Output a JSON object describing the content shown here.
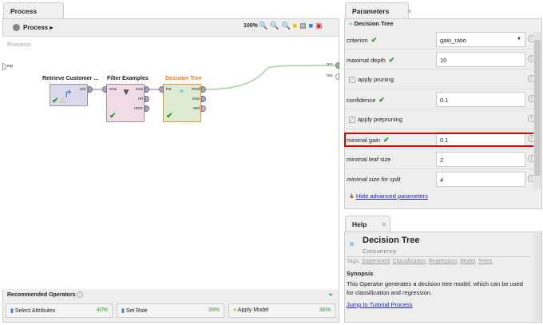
{
  "process_panel": {
    "tab": "Process",
    "breadcrumb": "Process",
    "zoom": "100%",
    "canvas_label": "Process",
    "input_port": "inp",
    "result_ports": [
      "res",
      "res"
    ],
    "operators": [
      {
        "name": "Retrieve Customer ...",
        "ports_out": [
          "out"
        ]
      },
      {
        "name": "Filter Examples",
        "ports_in": [
          "exa"
        ],
        "ports_out": [
          "exa",
          "ori",
          "unm"
        ]
      },
      {
        "name": "Decision Tree",
        "ports_in": [
          "tra"
        ],
        "ports_out": [
          "mod",
          "exa",
          "wei"
        ]
      }
    ]
  },
  "recommended": {
    "title": "Recommended Operators",
    "items": [
      {
        "label": "Select Attributes",
        "pct": "40%"
      },
      {
        "label": "Set Role",
        "pct": "39%"
      },
      {
        "label": "Apply Model",
        "pct": "36%"
      }
    ]
  },
  "parameters": {
    "tab": "Parameters",
    "operator": "Decision Tree",
    "rows": [
      {
        "label": "criterion",
        "value": "gain_ratio"
      },
      {
        "label": "maximal depth",
        "value": "10"
      },
      {
        "label": "apply pruning"
      },
      {
        "label": "confidence",
        "value": "0.1"
      },
      {
        "label": "apply prepruning"
      },
      {
        "label": "minimal gain",
        "value": "0.1"
      },
      {
        "label": "minimal leaf size",
        "value": "2"
      },
      {
        "label": "minimal size for split",
        "value": "4"
      }
    ],
    "hide_link": "Hide advanced parameters",
    "highlight_color": "#e00000"
  },
  "help": {
    "tab": "Help",
    "title": "Decision Tree",
    "subtitle": "Concurrency",
    "tags_label": "Tags:",
    "tags": [
      "Supervised",
      "Classification",
      "Regression",
      "Model",
      "Trees"
    ],
    "synopsis_title": "Synopsis",
    "synopsis": "This Operator generates a decision tree model, which can be used for classification and regression.",
    "tutorial_link": "Jump to Tutorial Process"
  }
}
